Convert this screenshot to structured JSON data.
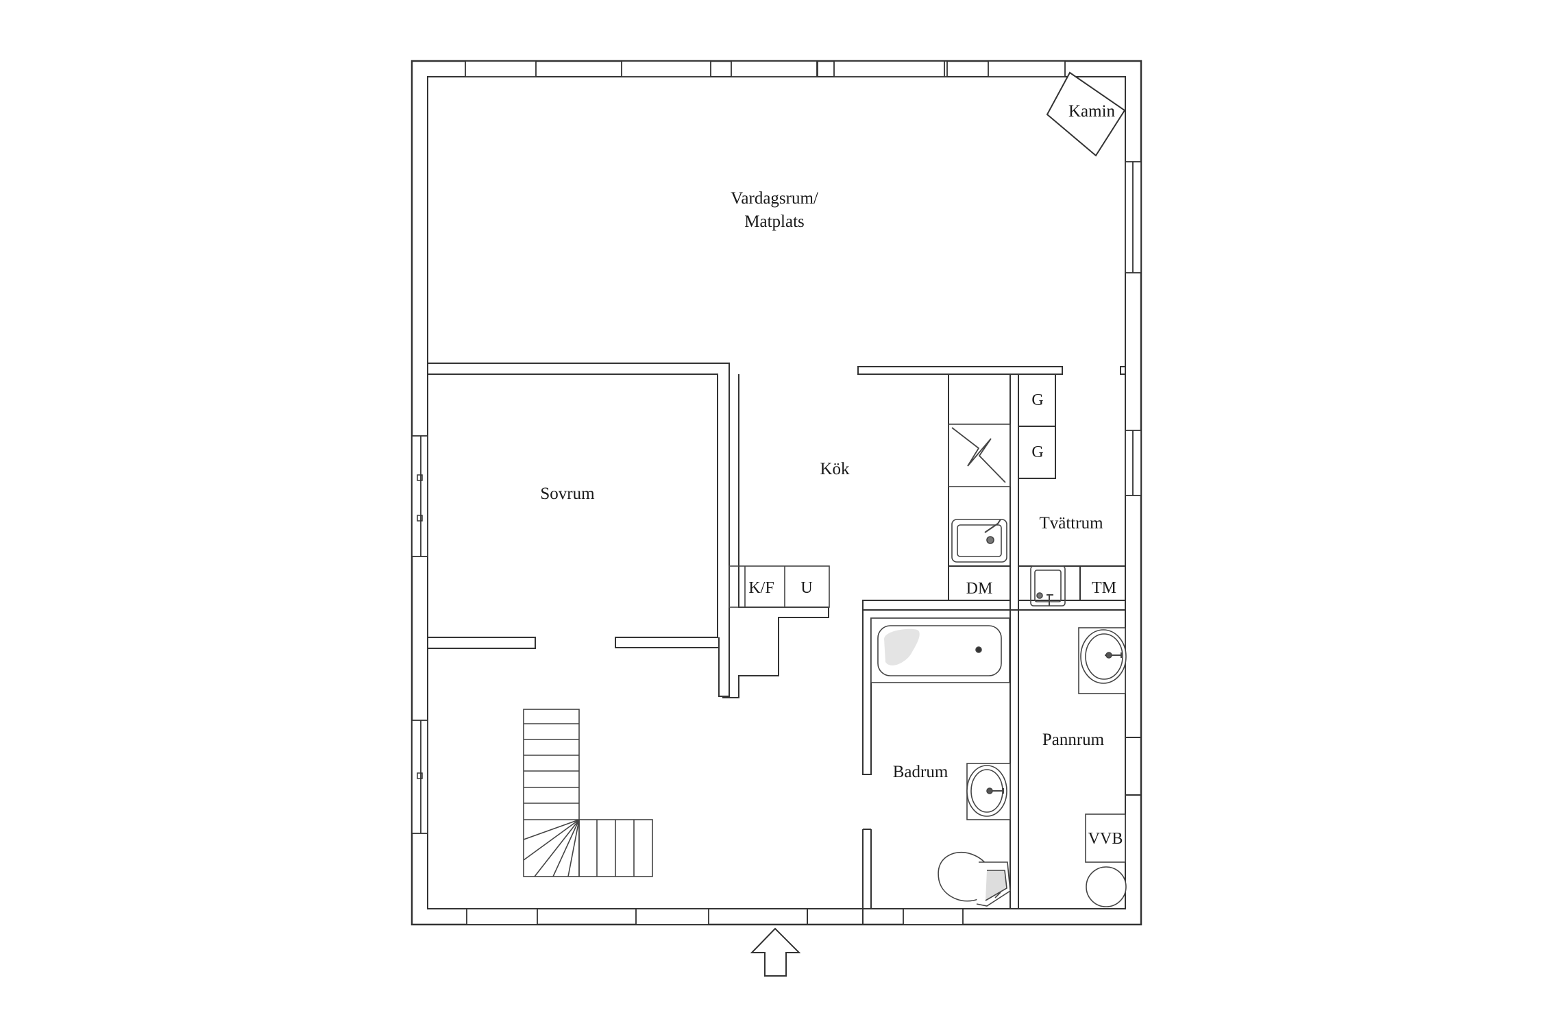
{
  "floorplan": {
    "rooms": {
      "living_line1": "Vardagsrum/",
      "living_line2": "Matplats",
      "fireplace": "Kamin",
      "bedroom": "Sovrum",
      "kitchen": "Kök",
      "laundry": "Tvättrum",
      "bathroom": "Badrum",
      "boiler": "Pannrum"
    },
    "appliances": {
      "fridge_freezer": "K/F",
      "oven": "U",
      "dishwasher": "DM",
      "washer": "TM",
      "cabinet_top": "G",
      "cabinet_bottom": "G",
      "water_heater": "VVB"
    },
    "entrance_icon": "arrow-up-icon",
    "colors": {
      "wall": "#333333",
      "fixture": "#444444",
      "fill": "#e4e4e4"
    }
  }
}
